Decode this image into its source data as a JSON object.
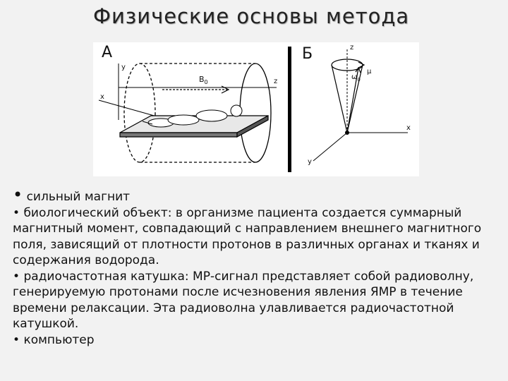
{
  "slide": {
    "title": "Физические основы метода"
  },
  "figure": {
    "panel_a": {
      "label": "А",
      "axis_y": "y",
      "axis_x": "x",
      "axis_z": "z",
      "field_label": "B",
      "field_subscript": "0"
    },
    "panel_b": {
      "label": "Б",
      "axis_z": "z",
      "axis_x": "x",
      "axis_y": "y",
      "omega_label": "ω",
      "omega_subscript": "0",
      "mu_label": "μ"
    }
  },
  "bullets": [
    {
      "marker": "•",
      "text": "сильный магнит"
    },
    {
      "marker": "•",
      "text": "биологический объект: в организме пациента создается суммарный магнитный момент, совпадающий с направлением внешнего магнитного поля, зависящий от плотности протонов в различных органах и тканях и содержания водорода."
    },
    {
      "marker": "•",
      "text": "радиочастотная катушка: МР-сигнал представляет собой радиоволну, генерируемую протонами после исчезновения явления ЯМР в течение времени релаксации. Эта радиоволна улавливается радиочастотной катушкой."
    },
    {
      "marker": "•",
      "text": "компьютер"
    }
  ]
}
